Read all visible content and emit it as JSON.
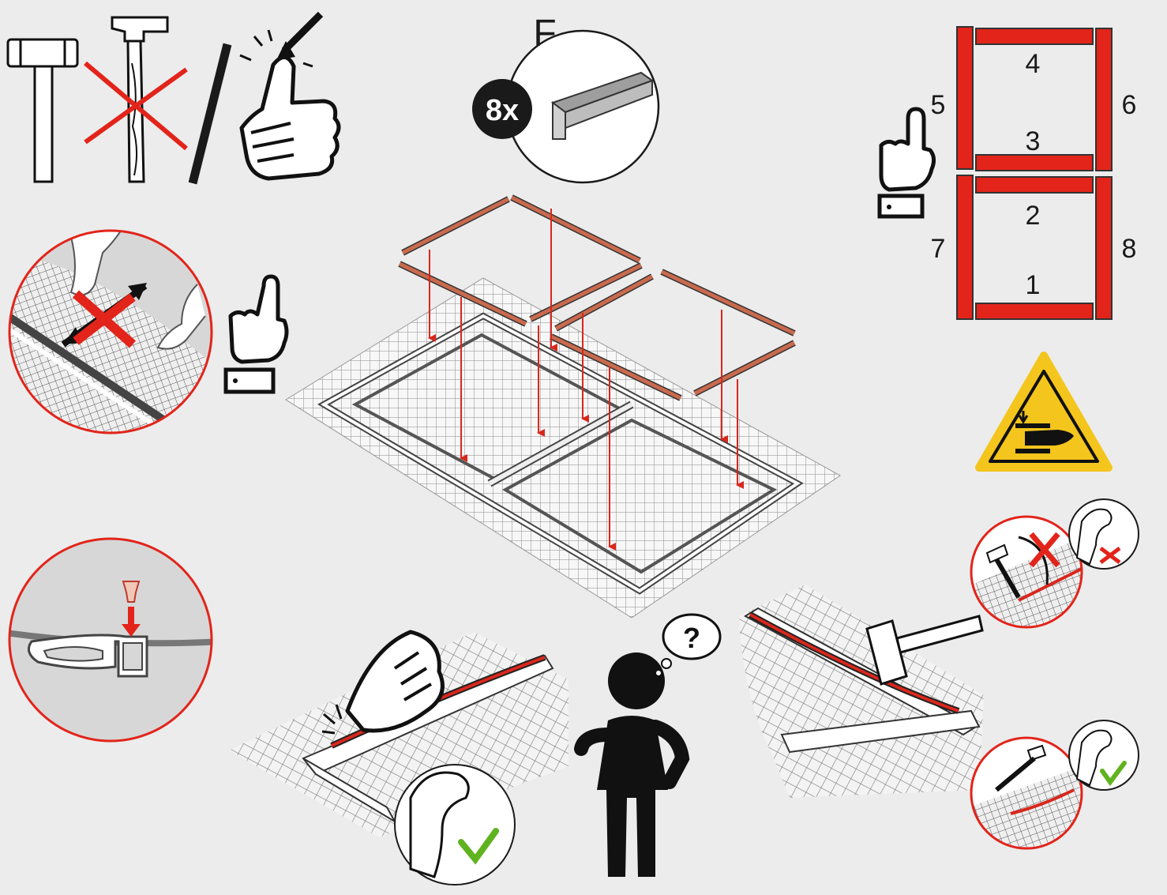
{
  "part": {
    "letter": "F",
    "quantity": "8x"
  },
  "sequence": {
    "labels": [
      "1",
      "2",
      "3",
      "4",
      "5",
      "6",
      "7",
      "8"
    ]
  },
  "colors": {
    "background": "#ececec",
    "warning_red": "#e2241a",
    "accent_red": "#d9271d",
    "rail_orange": "#c96a4e",
    "ok_green": "#5fb31e",
    "warning_yellow": "#f4c51c"
  },
  "icons": {
    "hammer_allowed": "rubber-mallet-icon",
    "hammer_forbidden": "claw-hammer-icon",
    "thumb_press": "thumb-press-icon",
    "attention": "index-finger-attention-icon",
    "warning": "hand-crush-warning-icon",
    "question": "question-thought-icon",
    "ok": "checkmark-icon",
    "not_ok": "cross-icon"
  }
}
